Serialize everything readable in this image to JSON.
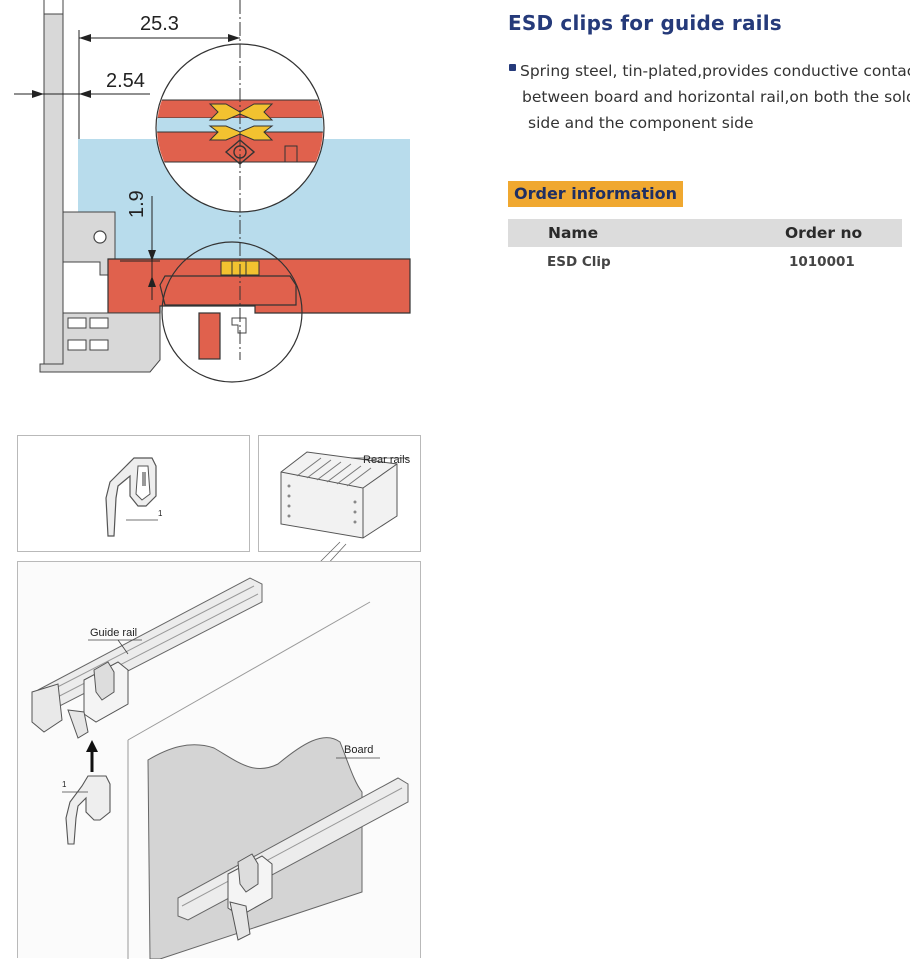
{
  "section": {
    "title": "ESD clips for guide rails",
    "bullet_line_1": "Spring steel, tin-plated,provides conductive contact",
    "bullet_line_2": "between board and horizontal rail,on both the solder",
    "bullet_line_3": "side and the component side"
  },
  "order": {
    "heading": "Order information",
    "columns": [
      "Name",
      "Order no"
    ],
    "rows": [
      {
        "name": "ESD Clip",
        "order_no": "1010001"
      }
    ]
  },
  "drawing": {
    "dim_25_3": "25.3",
    "dim_2_54": "2.54",
    "dim_1_9": "1.9"
  },
  "figure_labels": {
    "clip_callout": "1",
    "rear_rails": "Rear rails",
    "guide_rail": "Guide rail",
    "clip_callout_2": "1",
    "board": "Board"
  },
  "colors": {
    "title_blue": "#253a7a",
    "accent_orange": "#f0a830",
    "board_red": "#e0614d",
    "rail_blue": "#b8dcec",
    "clip_yellow": "#f2c230",
    "table_header_gray": "#dcdcdc"
  }
}
